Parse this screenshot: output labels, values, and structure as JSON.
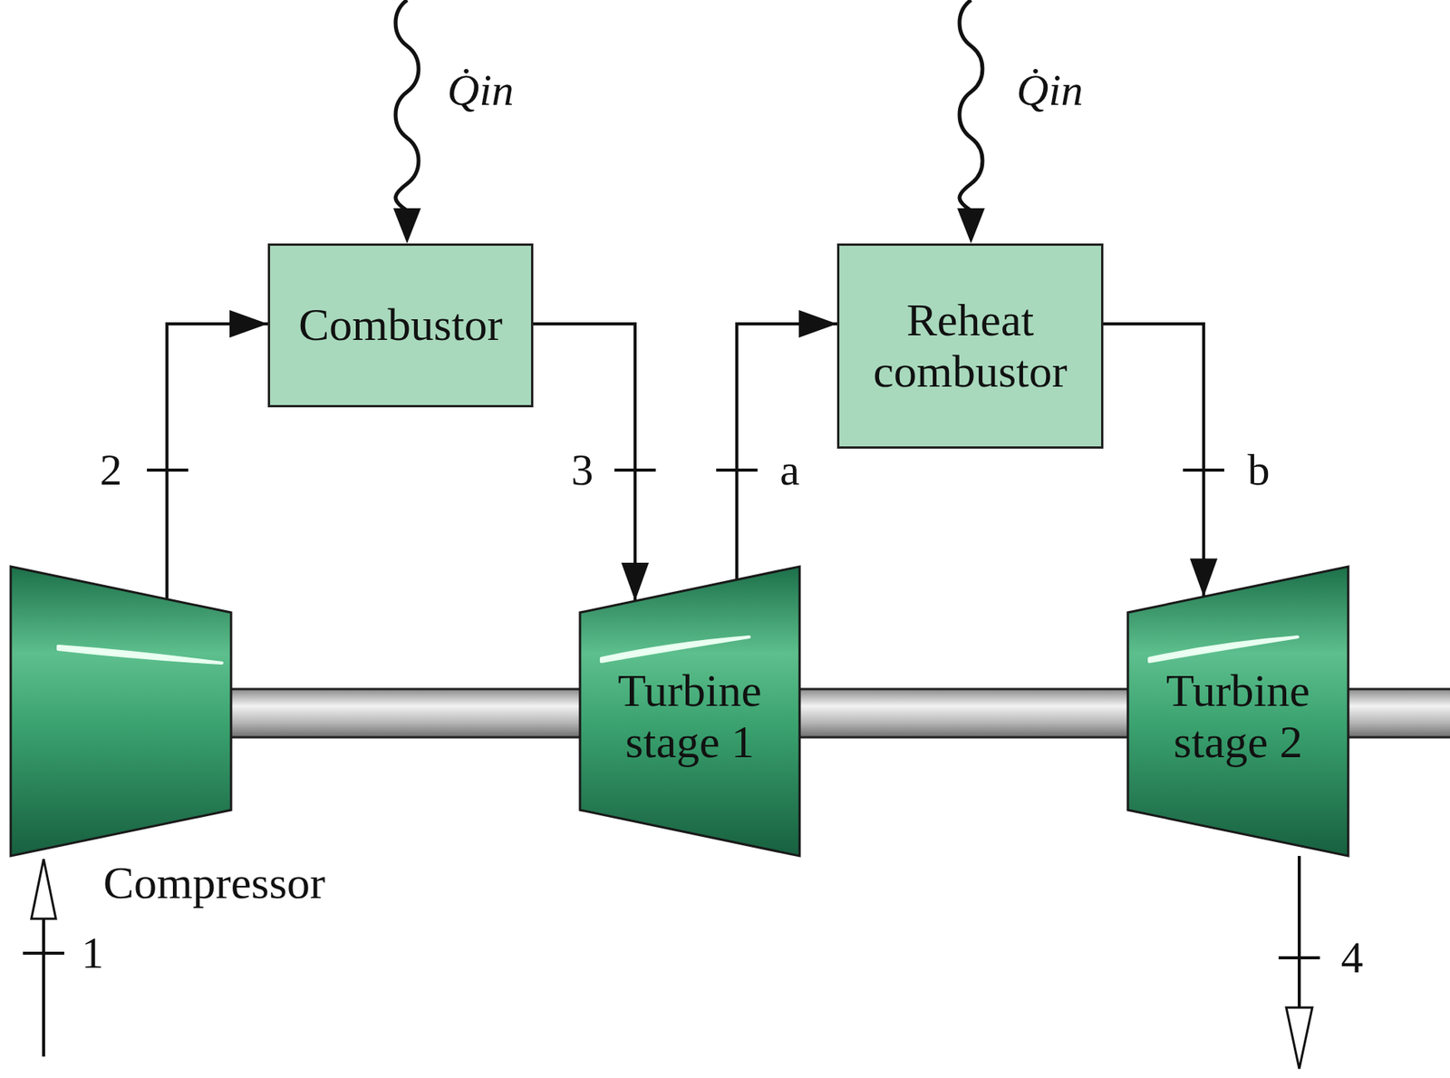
{
  "diagram": {
    "nodes": [
      {
        "text": [
          "Combustor"
        ]
      },
      {
        "text": [
          "Reheat combustor"
        ]
      },
      {
        "text": [
          "Compressor"
        ]
      },
      {
        "text": [
          "Turbine stage 1"
        ]
      },
      {
        "text": [
          "Turbine stage 2"
        ]
      }
    ],
    "edges": [
      {
        "from": 2,
        "to": 0,
        "arrow": "to"
      },
      {
        "from": 0,
        "to": 3,
        "arrow": "to"
      },
      {
        "from": 3,
        "to": 1,
        "arrow": "to"
      },
      {
        "from": 1,
        "to": 4,
        "arrow": "to"
      }
    ],
    "labels": [
      "Q̇in",
      "Q̇in",
      "2",
      "3",
      "a",
      "b",
      "1",
      "4"
    ]
  }
}
